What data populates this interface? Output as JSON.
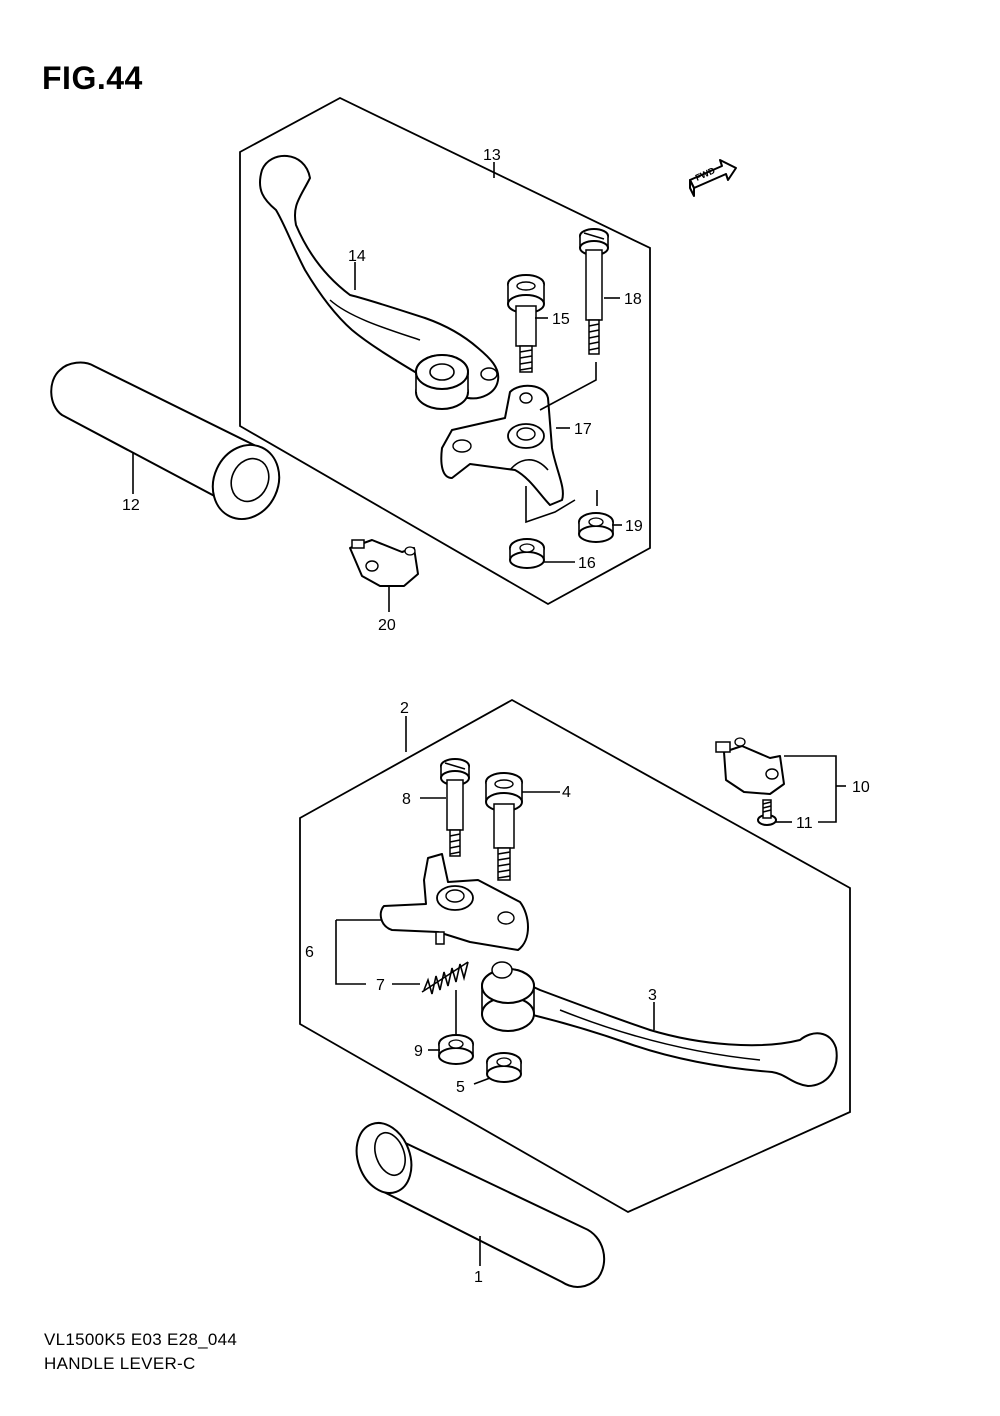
{
  "figure": {
    "title": "FIG.44"
  },
  "footer": {
    "model_code": "VL1500K5 E03 E28_044",
    "name": "HANDLE LEVER-C"
  },
  "fwd_badge": {
    "text": "FWD"
  },
  "callouts": {
    "c1": "1",
    "c2": "2",
    "c3": "3",
    "c4": "4",
    "c5": "5",
    "c6": "6",
    "c7": "7",
    "c8": "8",
    "c9": "9",
    "c10": "10",
    "c11": "11",
    "c12": "12",
    "c13": "13",
    "c14": "14",
    "c15": "15",
    "c16": "16",
    "c17": "17",
    "c18": "18",
    "c19": "19",
    "c20": "20"
  },
  "icons": {
    "fwd": "fwd-arrow-icon"
  }
}
